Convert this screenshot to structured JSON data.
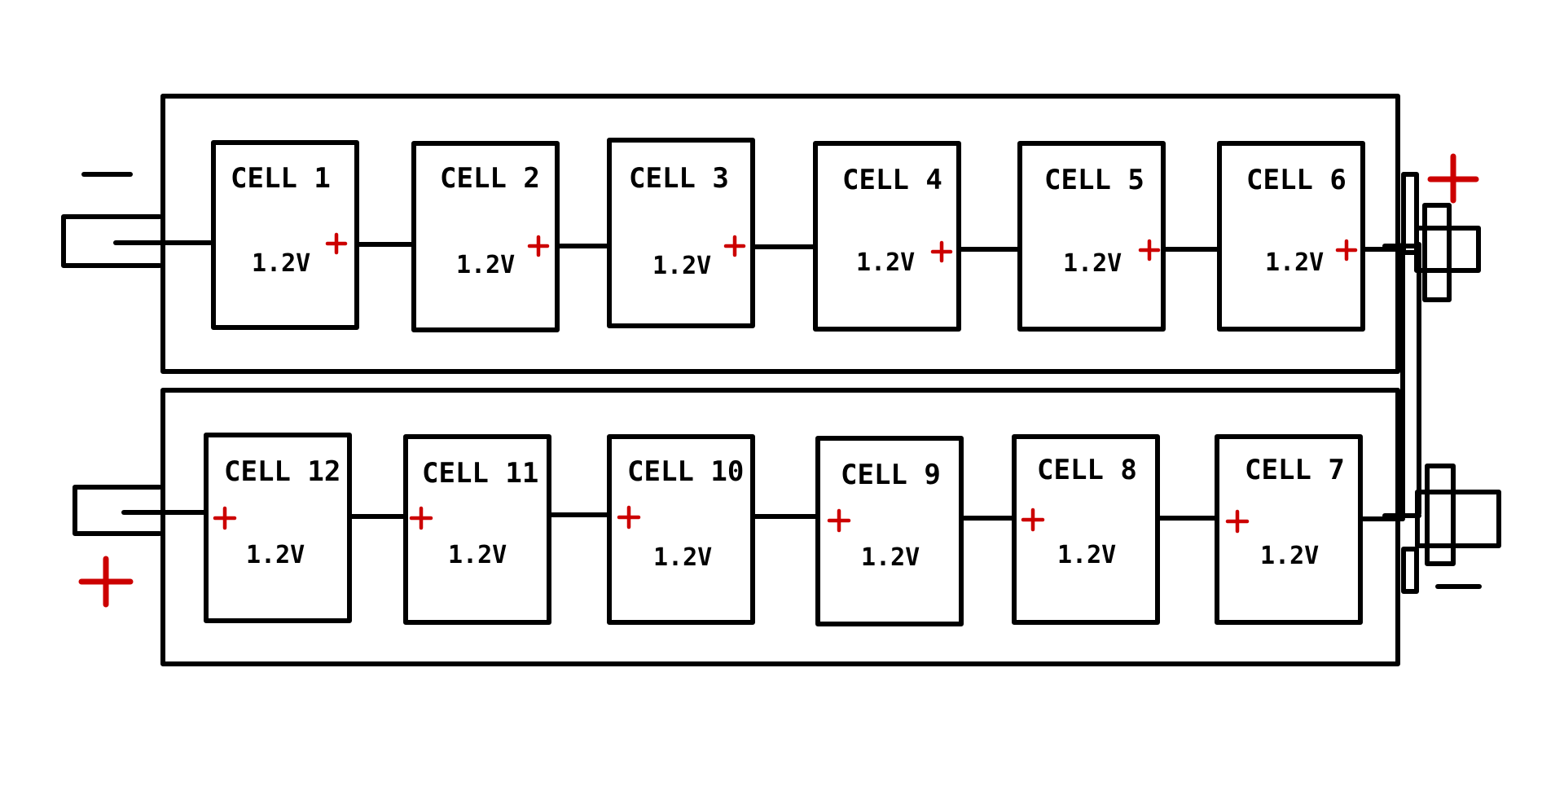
{
  "colors": {
    "ink": "#000000",
    "positive": "#cc0000",
    "background": "#ffffff"
  },
  "top_row": {
    "cells": [
      {
        "label": "CELL 1",
        "voltage": "1.2V"
      },
      {
        "label": "CELL 2",
        "voltage": "1.2V"
      },
      {
        "label": "CELL 3",
        "voltage": "1.2V"
      },
      {
        "label": "CELL 4",
        "voltage": "1.2V"
      },
      {
        "label": "CELL 5",
        "voltage": "1.2V"
      },
      {
        "label": "CELL 6",
        "voltage": "1.2V"
      }
    ]
  },
  "bottom_row": {
    "cells": [
      {
        "label": "CELL 12",
        "voltage": "1.2V"
      },
      {
        "label": "CELL 11",
        "voltage": "1.2V"
      },
      {
        "label": "CELL 10",
        "voltage": "1.2V"
      },
      {
        "label": "CELL 9",
        "voltage": "1.2V"
      },
      {
        "label": "CELL 8",
        "voltage": "1.2V"
      },
      {
        "label": "CELL 7",
        "voltage": "1.2V"
      }
    ]
  },
  "icons": {
    "negative_sign": "minus-icon",
    "positive_sign": "plus-icon"
  }
}
